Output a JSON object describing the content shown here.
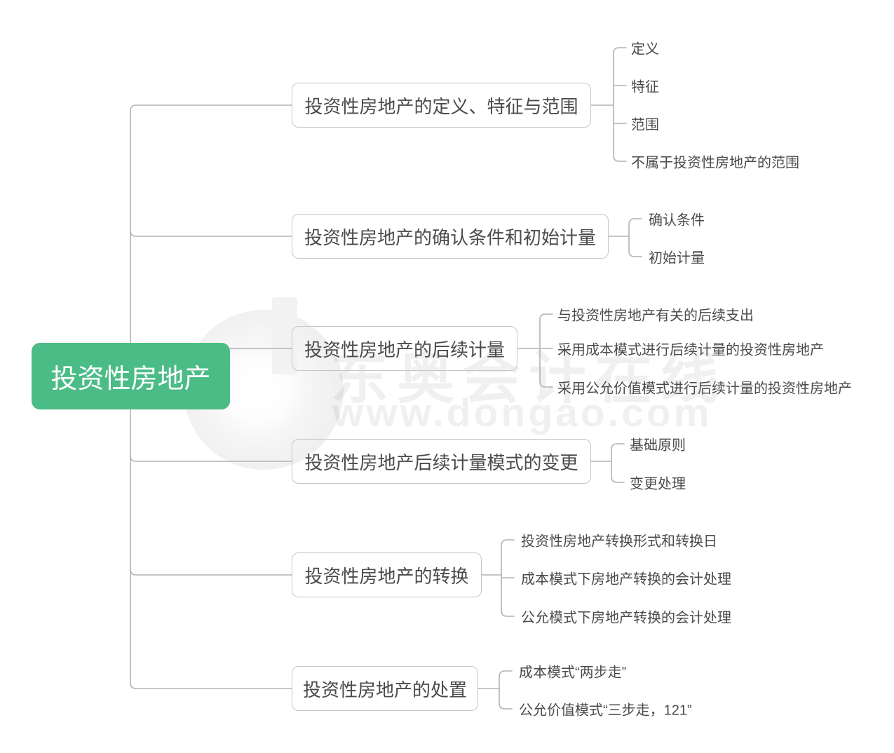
{
  "root": {
    "label": "投资性房地产"
  },
  "branches": [
    {
      "label": "投资性房地产的定义、特征与范围",
      "children": [
        "定义",
        "特征",
        "范围",
        "不属于投资性房地产的范围"
      ]
    },
    {
      "label": "投资性房地产的确认条件和初始计量",
      "children": [
        "确认条件",
        "初始计量"
      ]
    },
    {
      "label": "投资性房地产的后续计量",
      "children": [
        "与投资性房地产有关的后续支出",
        "采用成本模式进行后续计量的投资性房地产",
        "采用公允价值模式进行后续计量的投资性房地产"
      ]
    },
    {
      "label": "投资性房地产后续计量模式的变更",
      "children": [
        "基础原则",
        "变更处理"
      ]
    },
    {
      "label": "投资性房地产的转换",
      "children": [
        "投资性房地产转换形式和转换日",
        "成本模式下房地产转换的会计处理",
        "公允模式下房地产转换的会计处理"
      ]
    },
    {
      "label": "投资性房地产的处置",
      "children": [
        "成本模式“两步走”",
        "公允价值模式“三步走，121”"
      ]
    }
  ],
  "watermark": {
    "brand": "东奥会计在线",
    "url": "www.dongao.com"
  },
  "colors": {
    "root_bg": "#4CBC87",
    "line": "#b2b2b2",
    "box_border": "#c6c6c6",
    "text": "#4a4a4a"
  }
}
